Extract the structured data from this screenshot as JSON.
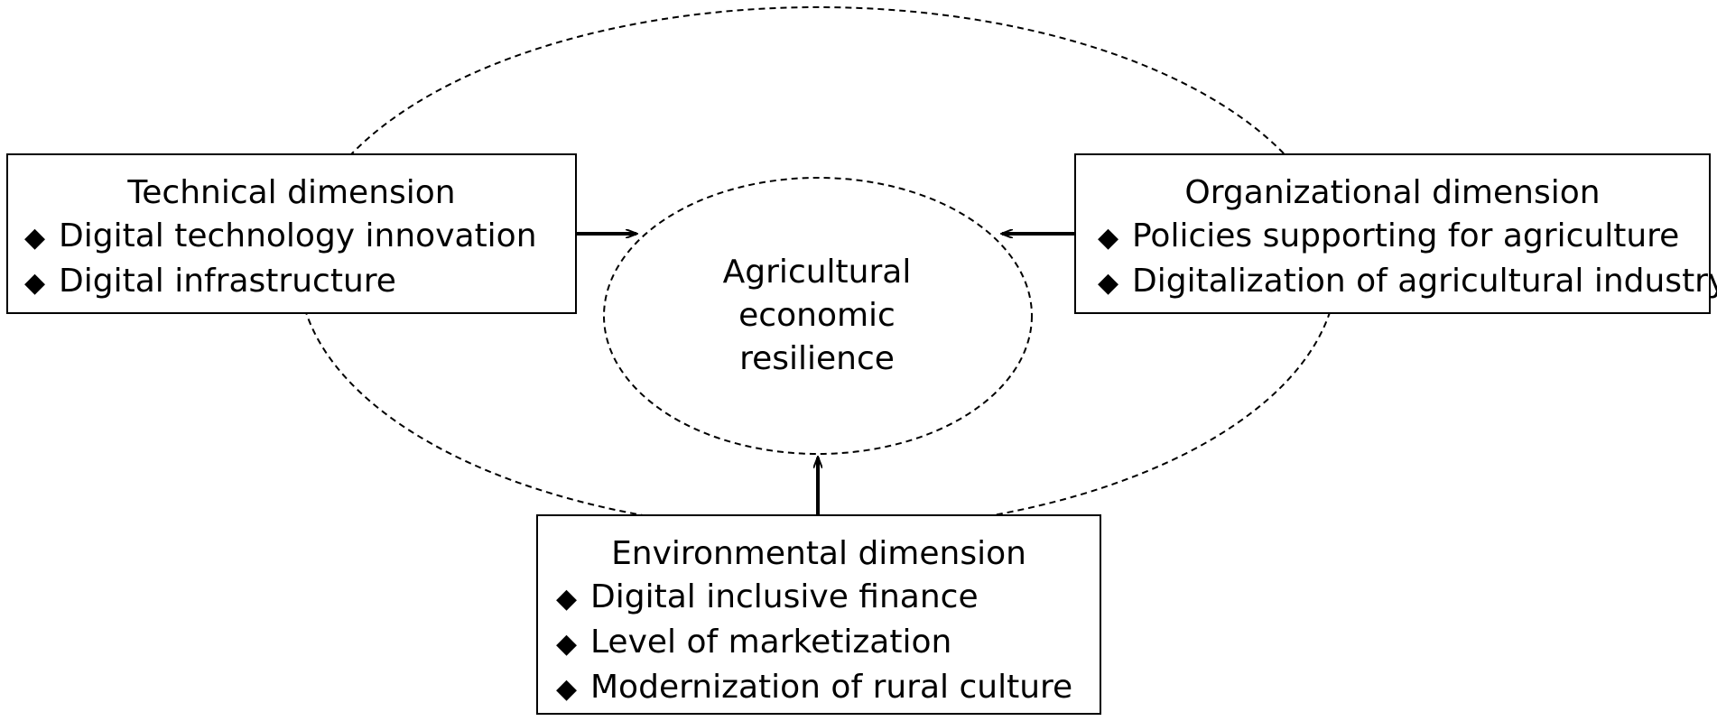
{
  "center": {
    "label_lines": [
      "Agricultural",
      "economic",
      "resilience"
    ]
  },
  "technical": {
    "title": "Technical dimension",
    "items": [
      "Digital technology innovation",
      "Digital infrastructure"
    ]
  },
  "organizational": {
    "title": "Organizational dimension",
    "items": [
      "Policies supporting for agriculture",
      "Digitalization of agricultural industry"
    ]
  },
  "environmental": {
    "title": "Environmental dimension",
    "items": [
      "Digital inclusive finance",
      "Level of marketization",
      "Modernization of rural culture"
    ]
  },
  "bullet_glyph": "◆"
}
